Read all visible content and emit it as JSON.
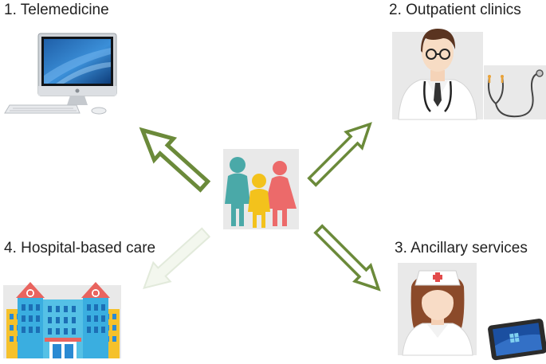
{
  "labels": {
    "telemedicine": "1. Telemedicine",
    "outpatient": "2. Outpatient clinics",
    "ancillary": "3. Ancillary services",
    "hospital": "4. Hospital-based care"
  },
  "colors": {
    "arrow_green": "#6b8a3a",
    "arrow_fill": "#ffffff",
    "arrow_faded": "#dfe8d4",
    "family_teal": "#4aa9a8",
    "family_yellow": "#f3c21c",
    "family_red": "#ec6a6a",
    "panel_gray": "#e9e9e9"
  },
  "icons": {
    "center": "family-icon",
    "telemedicine": "desktop-computer-icon",
    "outpatient": "doctor-icon",
    "outpatient_extra": "stethoscope-icon",
    "ancillary": "nurse-icon",
    "ancillary_extra": "tablet-icon",
    "hospital": "hospital-building-icon"
  }
}
